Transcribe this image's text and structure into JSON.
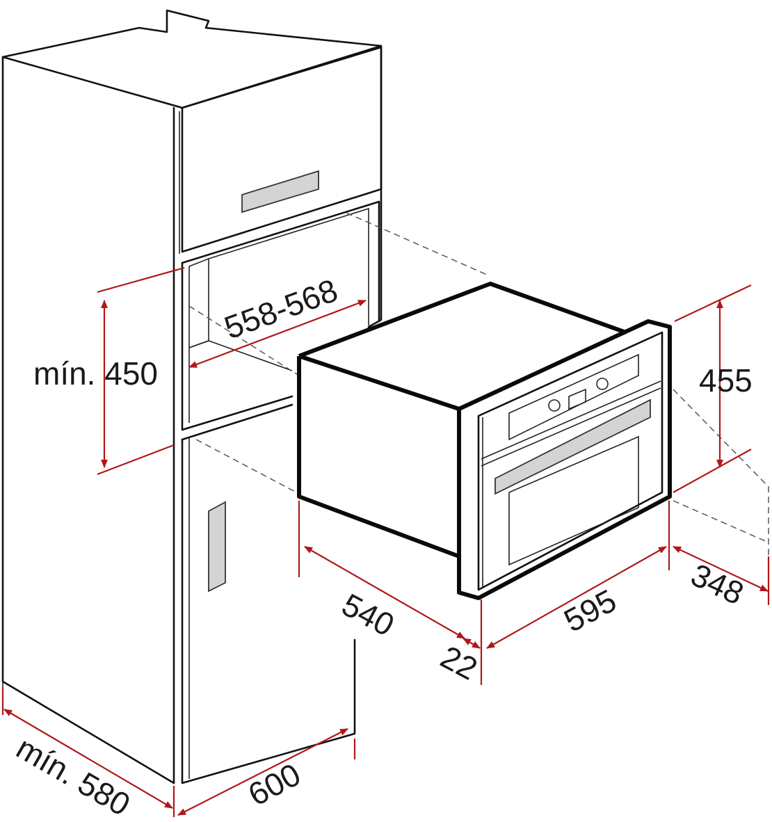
{
  "colors": {
    "outline": "#111111",
    "dimension": "#b01818",
    "handle": "#d4d4d4",
    "background": "#ffffff"
  },
  "dimensions": {
    "niche_width": "558-568",
    "niche_height": "mín. 450",
    "depth": "540",
    "front_thickness": "22",
    "width": "595",
    "height": "455",
    "door_depth": "348",
    "cabinet_depth": "mín. 580",
    "cabinet_width": "600"
  }
}
